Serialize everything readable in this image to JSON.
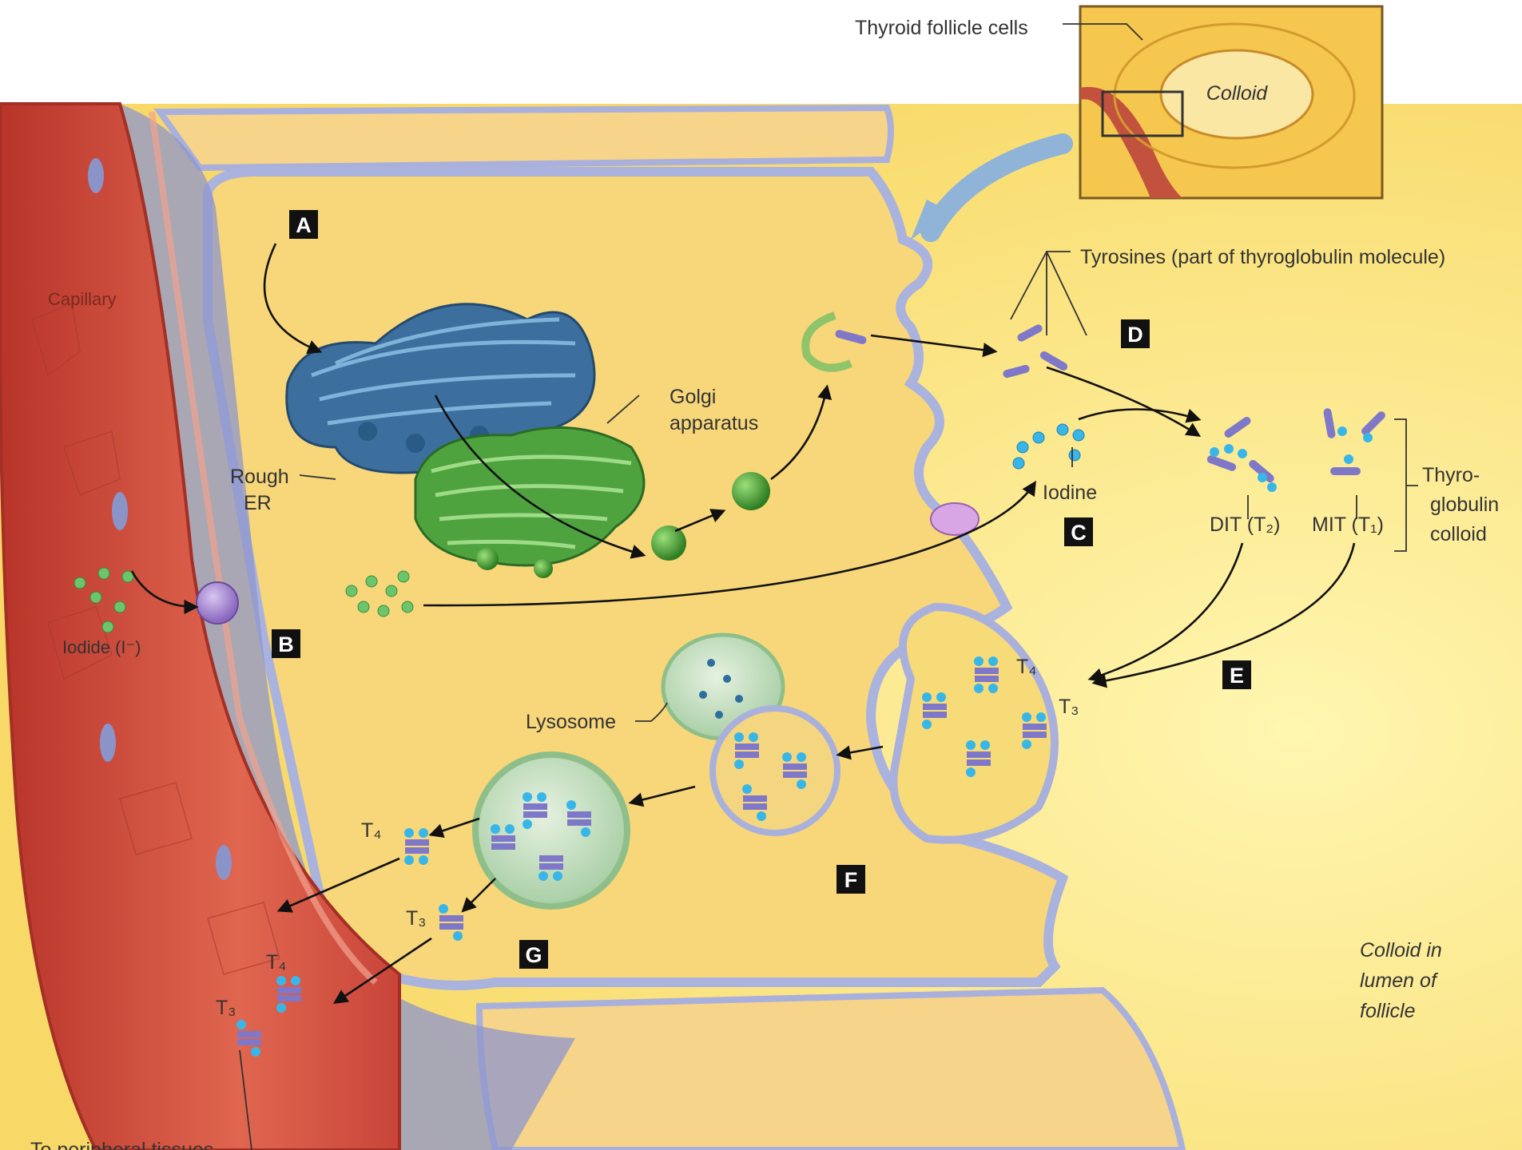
{
  "labels": {
    "thyroid_follicle_cells": "Thyroid follicle cells",
    "colloid": "Colloid",
    "tyrosines": "Tyrosines (part of thyroglobulin molecule)",
    "capillary": "Capillary",
    "golgi_line1": "Golgi",
    "golgi_line2": "apparatus",
    "rough_er_line1": "Rough",
    "rough_er_line2": "ER",
    "iodine": "Iodine",
    "iodide": "Iodide (I⁻)",
    "dit": "DIT (T₂)",
    "mit": "MIT (T₁)",
    "thyro_colloid_line1": "Thyro-",
    "thyro_colloid_line2": "globulin",
    "thyro_colloid_line3": "colloid",
    "lysosome": "Lysosome",
    "t4": "T₄",
    "t3": "T₃",
    "colloid_lumen_line1": "Colloid in",
    "colloid_lumen_line2": "lumen of",
    "colloid_lumen_line3": "follicle",
    "bottom_cut_text": "To peripheral tissues"
  },
  "steps": [
    "A",
    "B",
    "C",
    "D",
    "E",
    "F",
    "G"
  ],
  "colors": {
    "cytoplasm": "#f7d77a",
    "colloid_lumen": "#fbe98a",
    "membrane": "#a9b0dc",
    "capillary": "#cf4a3a",
    "rough_er": "#3f7fb0",
    "golgi": "#4ea33f",
    "vesicle": "#3d9a2e",
    "iodide": "#6cc46b",
    "iodine_dot": "#39b6e8",
    "tyrosine": "#7f78c8",
    "lysosome": "#c7e1c8"
  }
}
